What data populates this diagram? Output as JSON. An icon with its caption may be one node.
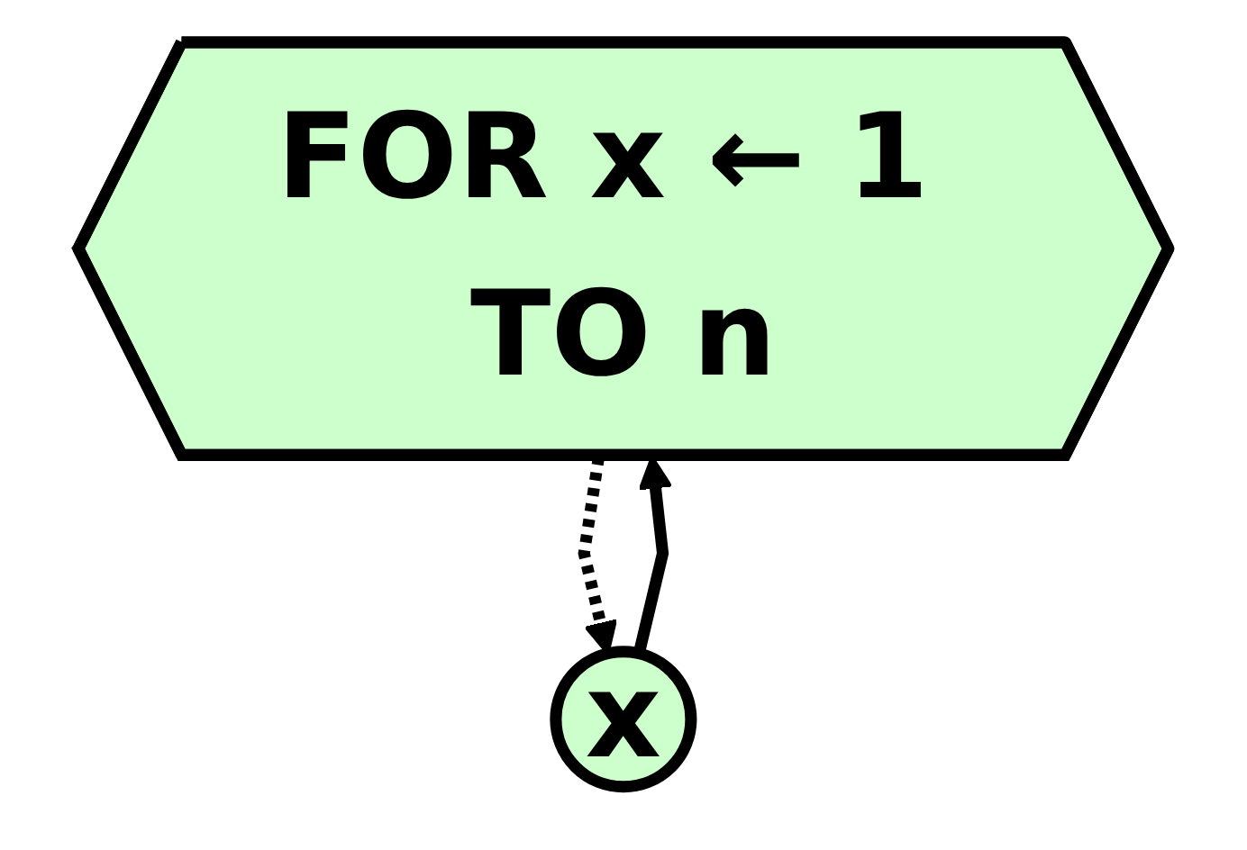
{
  "diagram": {
    "nodes": [
      {
        "text": [
          "FOR x ← 1 TO n"
        ]
      },
      {
        "text": [
          "x"
        ]
      }
    ],
    "edges": [
      {
        "from": 0,
        "to": 1,
        "arrow": "to",
        "style": "dashed"
      },
      {
        "from": 1,
        "to": 0,
        "arrow": "to"
      }
    ]
  }
}
